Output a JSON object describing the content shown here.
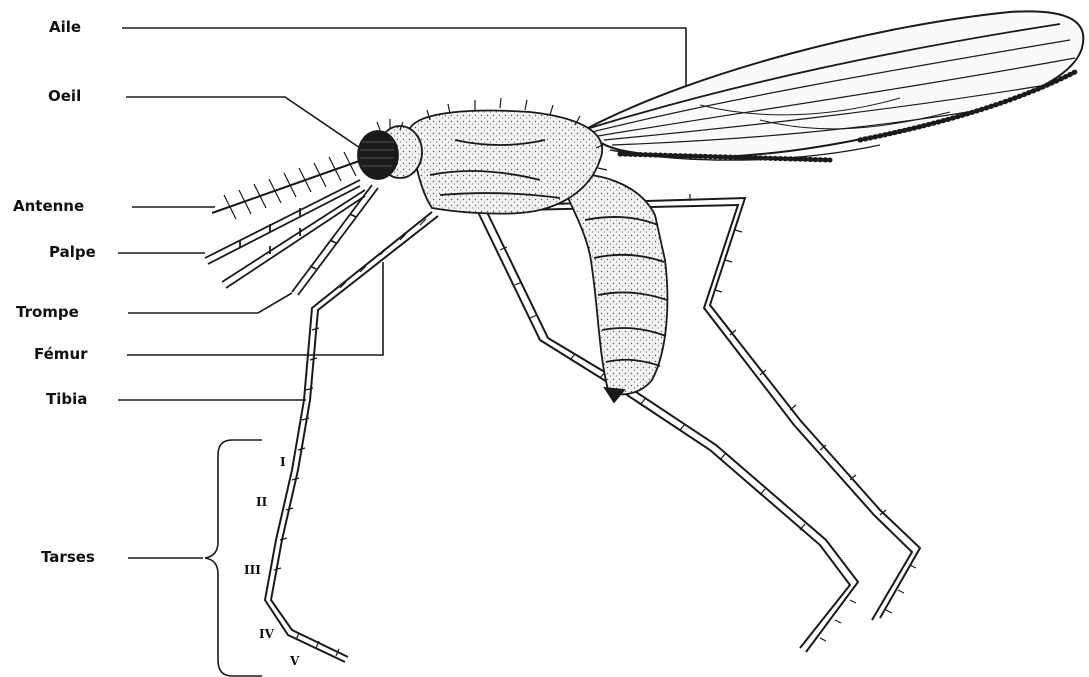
{
  "labels": {
    "aile": "Aile",
    "oeil": "Oeil",
    "antenne": "Antenne",
    "palpe": "Palpe",
    "trompe": "Trompe",
    "femur": "Fémur",
    "tibia": "Tibia",
    "tarses": "Tarses"
  },
  "tarsal_segments": [
    "I",
    "II",
    "III",
    "IV",
    "V"
  ],
  "colors": {
    "line": "#1a1a1a",
    "body_fill": "#e9e9e9",
    "eye_fill": "#1a1a1a",
    "background": "#ffffff"
  }
}
